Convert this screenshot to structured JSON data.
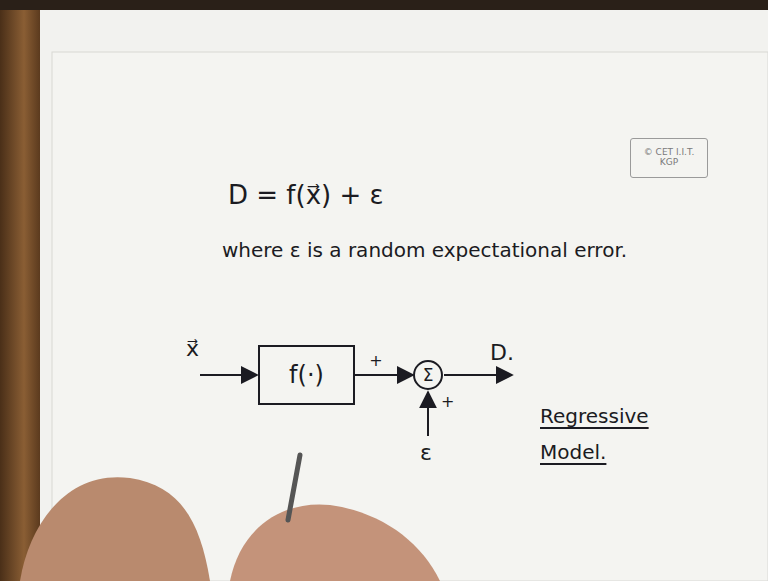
{
  "diagram": {
    "nodes": [
      {
        "text": [
          "© CET I.I.T. KGP"
        ]
      },
      {
        "text": [
          "f(·)"
        ]
      },
      {
        "text": [
          "Σ"
        ]
      }
    ],
    "edges": [
      {
        "from": 1,
        "to": 2,
        "arrow": "to",
        "label": "+"
      }
    ],
    "labels": [
      "D = f(x⃗) + ε",
      "where ε is a random expectational error.",
      "x⃗",
      "D.",
      "ε",
      "+",
      "Regressive Model."
    ]
  }
}
